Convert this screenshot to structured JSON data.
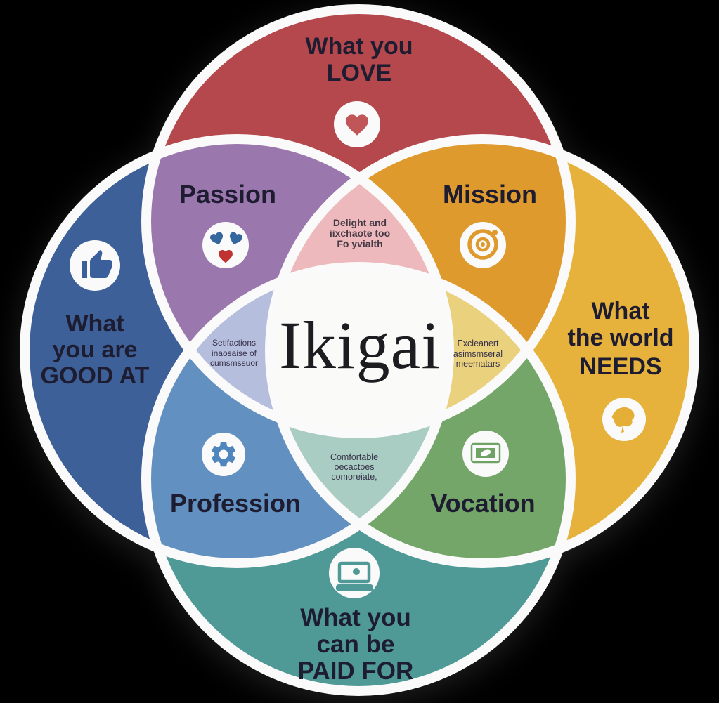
{
  "title": "Ikigai diagram",
  "center": {
    "label": "Ikigai",
    "bg": "#fafaf8"
  },
  "colors": {
    "background": "#000000",
    "divider_white": "#fbfafa",
    "ink": "#1d1c30"
  },
  "circles": {
    "love": {
      "color": "#b5484d",
      "lines": [
        "What you",
        "LOVE"
      ],
      "icon": "heart-icon"
    },
    "good_at": {
      "color": "#3d6098",
      "lines": [
        "What",
        "you are",
        "GOOD AT"
      ],
      "icon": "thumbs-up-icon"
    },
    "needs": {
      "color": "#e6b23c",
      "lines": [
        "What",
        "the world",
        "NEEDS"
      ],
      "icon": "leaf-icon"
    },
    "paid": {
      "color": "#4f9a96",
      "lines": [
        "What you",
        "can be",
        "PAID FOR"
      ],
      "icon": "laptop-icon"
    }
  },
  "overlaps": {
    "passion": {
      "label": "Passion",
      "color": "#9a78ae",
      "icon": "hearts-icon"
    },
    "mission": {
      "label": "Mission",
      "color": "#df9a2e",
      "icon": "target-icon"
    },
    "profession": {
      "label": "Profession",
      "color": "#6290c0",
      "icon": "gear-icon"
    },
    "vocation": {
      "label": "Vocation",
      "color": "#74a569",
      "icon": "banknote-icon"
    }
  },
  "notes": {
    "top": {
      "color": "#edb9bc",
      "lines": [
        "Delight and",
        "iixchaote too",
        "Fo yvialth"
      ]
    },
    "left": {
      "color": "#b5bedd",
      "lines": [
        "Setifactions",
        "inaosaise of",
        "cumsmssuor"
      ]
    },
    "right": {
      "color": "#ead17d",
      "lines": [
        "Excleanert",
        "asimsmseral",
        "meematars"
      ]
    },
    "bottom": {
      "color": "#a9cdc3",
      "lines": [
        "Comfortable",
        "oecactoes",
        "comoreiate,"
      ]
    }
  },
  "icon_colors": {
    "heart": "#c15659",
    "thumbs_up": "#3b5f9b",
    "target": "#df9a2e",
    "leaf": "#e4ae37",
    "gear": "#4e86bd",
    "banknote": "#6ea365",
    "laptop": "#4f9a96",
    "passion_blue": "#35679f",
    "passion_red": "#bf3330",
    "disc": "#fbfafa"
  }
}
